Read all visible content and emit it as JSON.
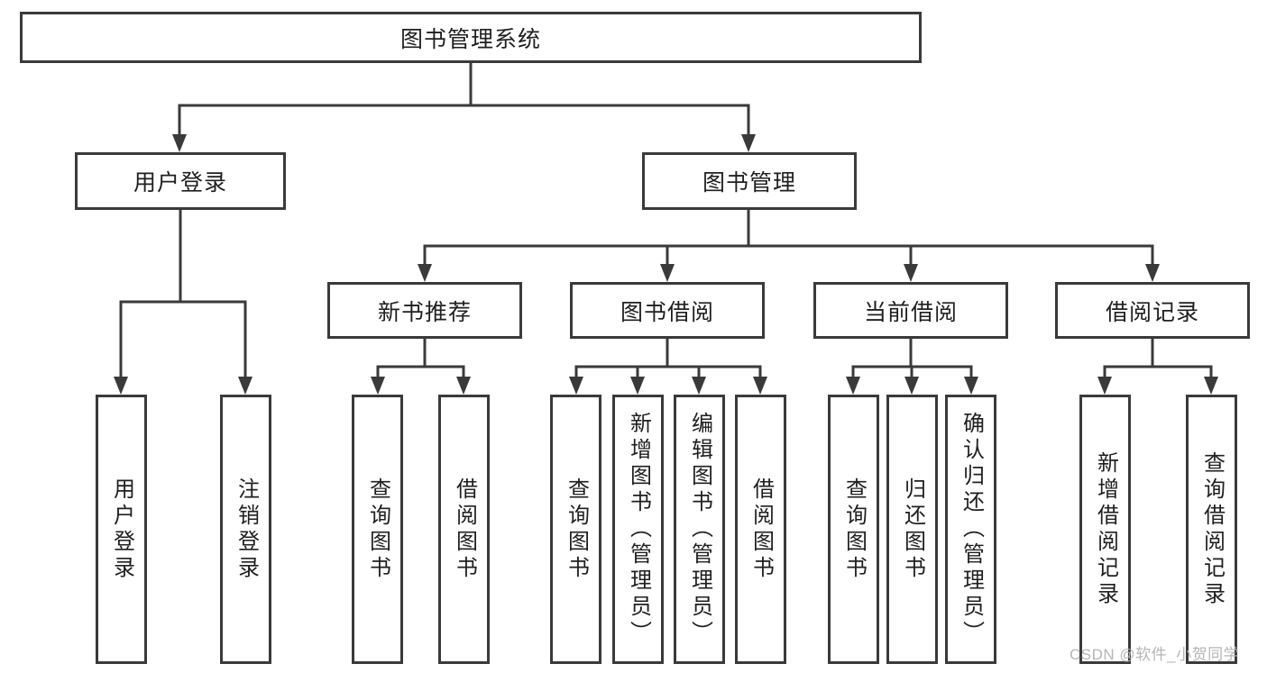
{
  "diagram": {
    "type": "hierarchy-tree",
    "colors": {
      "line": "#3a3a3a",
      "box_border": "#3a3a3a",
      "text": "#1f1f1f",
      "background": "#ffffff",
      "watermark": "#b1b1b1"
    }
  },
  "tree": {
    "root": "图书管理系统",
    "branches": [
      {
        "label": "用户登录",
        "leaves": [
          "用户登录",
          "注销登录"
        ]
      },
      {
        "label": "图书管理",
        "groups": [
          {
            "label": "新书推荐",
            "leaves": [
              "查询图书",
              "借阅图书"
            ]
          },
          {
            "label": "图书借阅",
            "leaves": [
              "查询图书",
              "新增图书（管理员）",
              "编辑图书（管理员）",
              "借阅图书"
            ]
          },
          {
            "label": "当前借阅",
            "leaves": [
              "查询图书",
              "归还图书",
              "确认归还（管理员）"
            ]
          },
          {
            "label": "借阅记录",
            "leaves": [
              "新增借阅记录",
              "查询借阅记录"
            ]
          }
        ]
      }
    ]
  },
  "watermark": "CSDN @软件_小贺同学"
}
